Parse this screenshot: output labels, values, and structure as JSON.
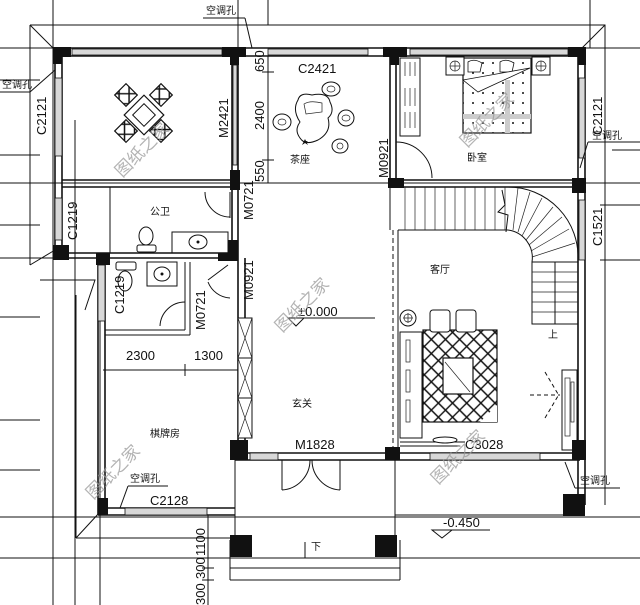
{
  "drawing": {
    "type": "architectural floor plan",
    "watermark": "图纸之家",
    "rooms": [
      {
        "id": "dining",
        "label": ""
      },
      {
        "id": "tea",
        "label": "茶座"
      },
      {
        "id": "bedroom",
        "label": "卧室"
      },
      {
        "id": "public_wc",
        "label": "公卫"
      },
      {
        "id": "living",
        "label": "客厅"
      },
      {
        "id": "entrance",
        "label": "玄关"
      },
      {
        "id": "mahjong",
        "label": "棋牌房"
      }
    ],
    "windows": {
      "c2121_left": "C2121",
      "c2421": "C2421",
      "c2121_right": "C2121",
      "c1219_upper": "C1219",
      "c1219_lower": "C1219",
      "c1521": "C1521",
      "c2128": "C2128",
      "c3028": "C3028"
    },
    "doors": {
      "m2421": "M2421",
      "m0921_bedroom": "M0921",
      "m0721_upper": "M0721",
      "m0921_entry": "M0921",
      "m0721_lower": "M0721",
      "m1828": "M1828"
    },
    "dimensions": {
      "d650": "650",
      "d2400": "2400",
      "d550": "550",
      "d2300": "2300",
      "d1300": "1300",
      "d1100": "1100",
      "d300a": "300",
      "d300b": "300"
    },
    "elevations": {
      "floor": "±0.000",
      "outside": "-0.450"
    },
    "annotations": {
      "ac_hole": "空调孔",
      "stair_up": "上",
      "stair_down": "下"
    },
    "colors": {
      "line": "#111111",
      "wall_fill": "#111111",
      "window_fill": "#d8d8d8",
      "watermark": "#9a9a9a",
      "background": "#ffffff"
    }
  }
}
